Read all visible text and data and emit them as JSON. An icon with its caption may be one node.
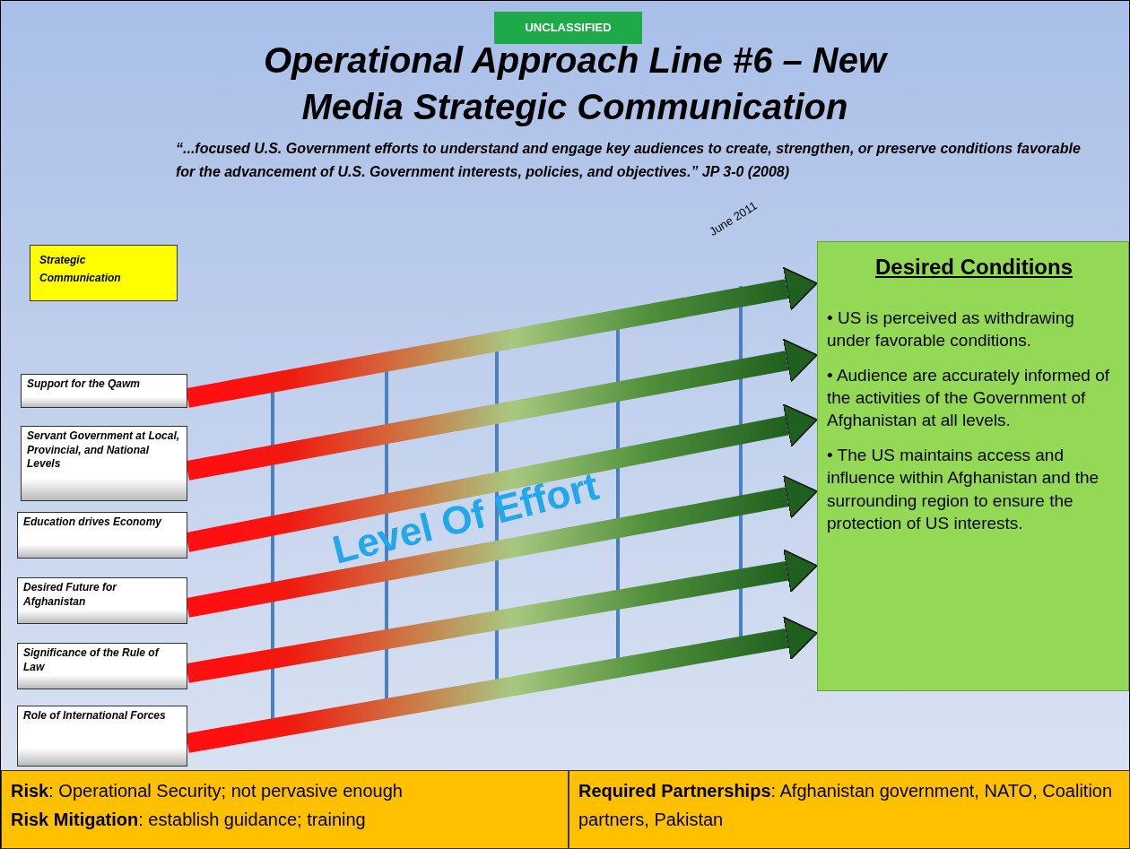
{
  "diagram": {
    "title": "Operational Approach Line #6 – New Media Strategic Communication",
    "nodes": [
      {
        "text": [
          "Strategic Communication"
        ]
      },
      {
        "text": [
          "Support for the Qawm"
        ]
      },
      {
        "text": [
          "Servant Government at Local, Provincial, and National Levels"
        ]
      },
      {
        "text": [
          "Education drives Economy"
        ]
      },
      {
        "text": [
          "Desired Future for Afghanistan"
        ]
      },
      {
        "text": [
          "Significance of the Rule of Law"
        ]
      },
      {
        "text": [
          "Role of International Forces"
        ]
      },
      {
        "text": [
          "Desired Conditions",
          "• US is perceived as withdrawing under favorable conditions.",
          "• Audience are accurately informed of the activities of the Government of Afghanistan at all levels.",
          "• The US maintains access and influence within Afghanistan and the surrounding region to ensure the protection of US interests."
        ]
      },
      {
        "text": [
          "**Risk**:  Operational Security; not pervasive enough",
          "**Risk Mitigation**:  establish guidance; training"
        ]
      },
      {
        "text": [
          "**Required Partnerships**:  Afghanistan government, NATO, Coalition partners, Pakistan"
        ]
      }
    ],
    "edges": [
      {
        "from": 1,
        "to": 7,
        "arrow": "to"
      },
      {
        "from": 2,
        "to": 7,
        "arrow": "to"
      },
      {
        "from": 3,
        "to": 7,
        "arrow": "to"
      },
      {
        "from": 4,
        "to": 7,
        "arrow": "to"
      },
      {
        "from": 5,
        "to": 7,
        "arrow": "to"
      },
      {
        "from": 6,
        "to": 7,
        "arrow": "to"
      }
    ],
    "labels": [
      "UNCLASSIFIED",
      "“...focused U.S. Government efforts to understand and engage key audiences to create, strengthen, or preserve conditions favorable for the advancement of U.S. Government interests, policies, and objectives.”  JP 3-0 (2008)",
      "June 2011",
      "Level Of Effort"
    ]
  }
}
